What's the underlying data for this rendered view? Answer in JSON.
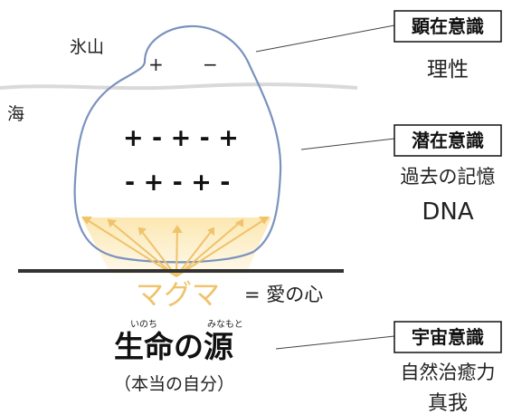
{
  "labels": {
    "iceberg": "氷山",
    "sea": "海",
    "upper_plus": "+",
    "upper_minus": "−",
    "signs_row1": "+ - + - +",
    "signs_row2": "- + - + -",
    "magma": "マグマ",
    "love": "= 愛の心",
    "source_furigana_1": "いのち",
    "source_furigana_2": "みなもと",
    "source_title": "生命の源",
    "source_sub": "（本当の自分）"
  },
  "levels": [
    {
      "box": "顕在意識",
      "lines": [
        "理性"
      ]
    },
    {
      "box": "潜在意識",
      "lines": [
        "過去の記憶",
        "DNA"
      ]
    },
    {
      "box": "宇宙意識",
      "lines": [
        "自然治癒力",
        "真我"
      ]
    }
  ],
  "colors": {
    "outline": "#7a92be",
    "magma": "#f0c26a",
    "glow": "#f6d98d",
    "sea_line": "#d6d6d6",
    "ground": "#333333"
  }
}
